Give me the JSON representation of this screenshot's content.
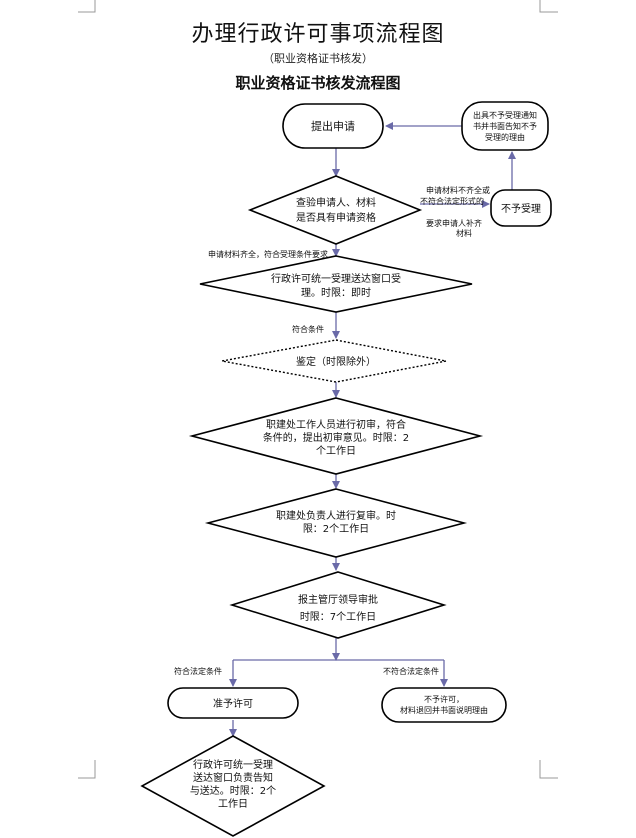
{
  "document": {
    "title": "办理行政许可事项流程图",
    "subtitle": "（职业资格证书核发）",
    "heading": "职业资格证书核发流程图"
  },
  "flow": {
    "submit": "提出申请",
    "review_l1": "查验申请人、材料",
    "review_l2": "是否具有申请资格",
    "reject_notice_l1": "出具不予受理通知",
    "reject_notice_l2": "书并书面告知不予",
    "reject_notice_l3": "受理的理由",
    "not_accept": "不予受理",
    "cond_incomplete_l1": "申请材料不齐全或",
    "cond_incomplete_l2": "不符合法定形式的",
    "require_supplement_l1": "要求申请人补齐",
    "require_supplement_l2": "材料",
    "cond_complete": "申请材料齐全，符合受理条件要求",
    "accept_l1": "行政许可统一受理送达窗口受",
    "accept_l2": "理。时限：即时",
    "cond_meet": "符合条件",
    "appraise": "鉴定（时限除外）",
    "prelim_l1": "职建处工作人员进行初审，符合",
    "prelim_l2": "条件的，提出初审意见。时限：2",
    "prelim_l3": "个工作日",
    "recheck_l1": "职建处负责人进行复审。时",
    "recheck_l2": "限：2个工作日",
    "approve_l1": "报主管厅领导审批",
    "approve_l2": "时限：7个工作日",
    "cond_legal": "符合法定条件",
    "cond_illegal": "不符合法定条件",
    "permit": "准予许可",
    "deny_l1": "不予许可，",
    "deny_l2": "材料退回并书面说明理由",
    "deliver_l1": "行政许可统一受理",
    "deliver_l2": "送达窗口负责告知",
    "deliver_l3": "与送达。时限：2个",
    "deliver_l4": "工作日"
  },
  "colors": {
    "line": "#6a6aa8",
    "border": "#000000"
  }
}
